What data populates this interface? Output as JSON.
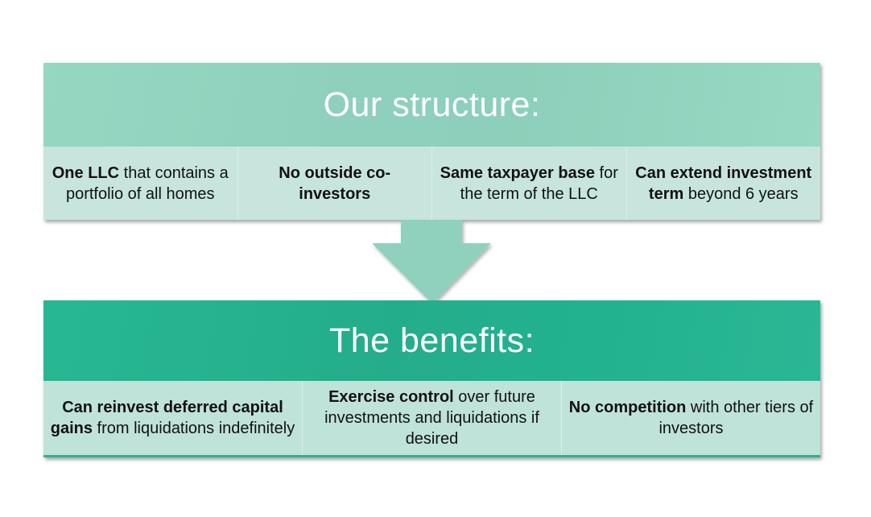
{
  "structure": {
    "title": "Our structure:",
    "items": [
      {
        "bold": "One LLC",
        "rest": " that contains a portfolio of all homes"
      },
      {
        "bold": "No outside co-investors",
        "rest": ""
      },
      {
        "bold": "Same taxpayer base",
        "rest": " for the term of the LLC"
      },
      {
        "bold": "Can extend investment term",
        "rest": " beyond 6 years"
      }
    ]
  },
  "benefits": {
    "title": "The benefits:",
    "items": [
      {
        "bold": "Can reinvest deferred capital gains",
        "rest": " from liquidations indefinitely"
      },
      {
        "bold": "Exercise control",
        "rest": " over future investments and liquidations if desired"
      },
      {
        "bold": "No competition",
        "rest": " with other tiers of investors"
      }
    ]
  },
  "colors": {
    "structure_header": "#8ed0bc",
    "structure_row": "#c7e5dd",
    "benefits_header": "#24ad8b",
    "benefits_row": "#bfe3d9",
    "arrow": "#8ed0bc"
  }
}
